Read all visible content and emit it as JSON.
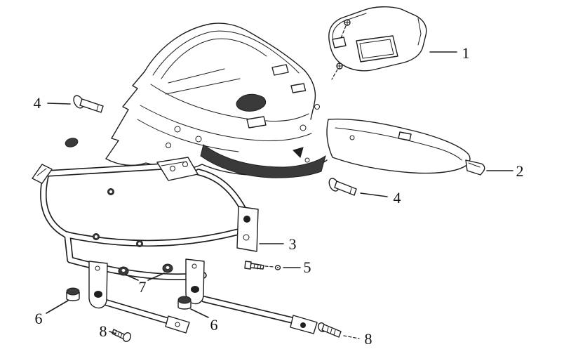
{
  "diagram": {
    "type": "exploded-parts-diagram",
    "callouts": {
      "c1": {
        "label": "1"
      },
      "c2": {
        "label": "2"
      },
      "c3": {
        "label": "3"
      },
      "c4a": {
        "label": "4"
      },
      "c4b": {
        "label": "4"
      },
      "c5": {
        "label": "5"
      },
      "c6a": {
        "label": "6"
      },
      "c6b": {
        "label": "6"
      },
      "c7": {
        "label": "7"
      },
      "c8a": {
        "label": "8"
      },
      "c8b": {
        "label": "8"
      }
    },
    "colors": {
      "line": "#1e1e1e",
      "background": "#ffffff",
      "shading": "#3a3a3a"
    }
  }
}
